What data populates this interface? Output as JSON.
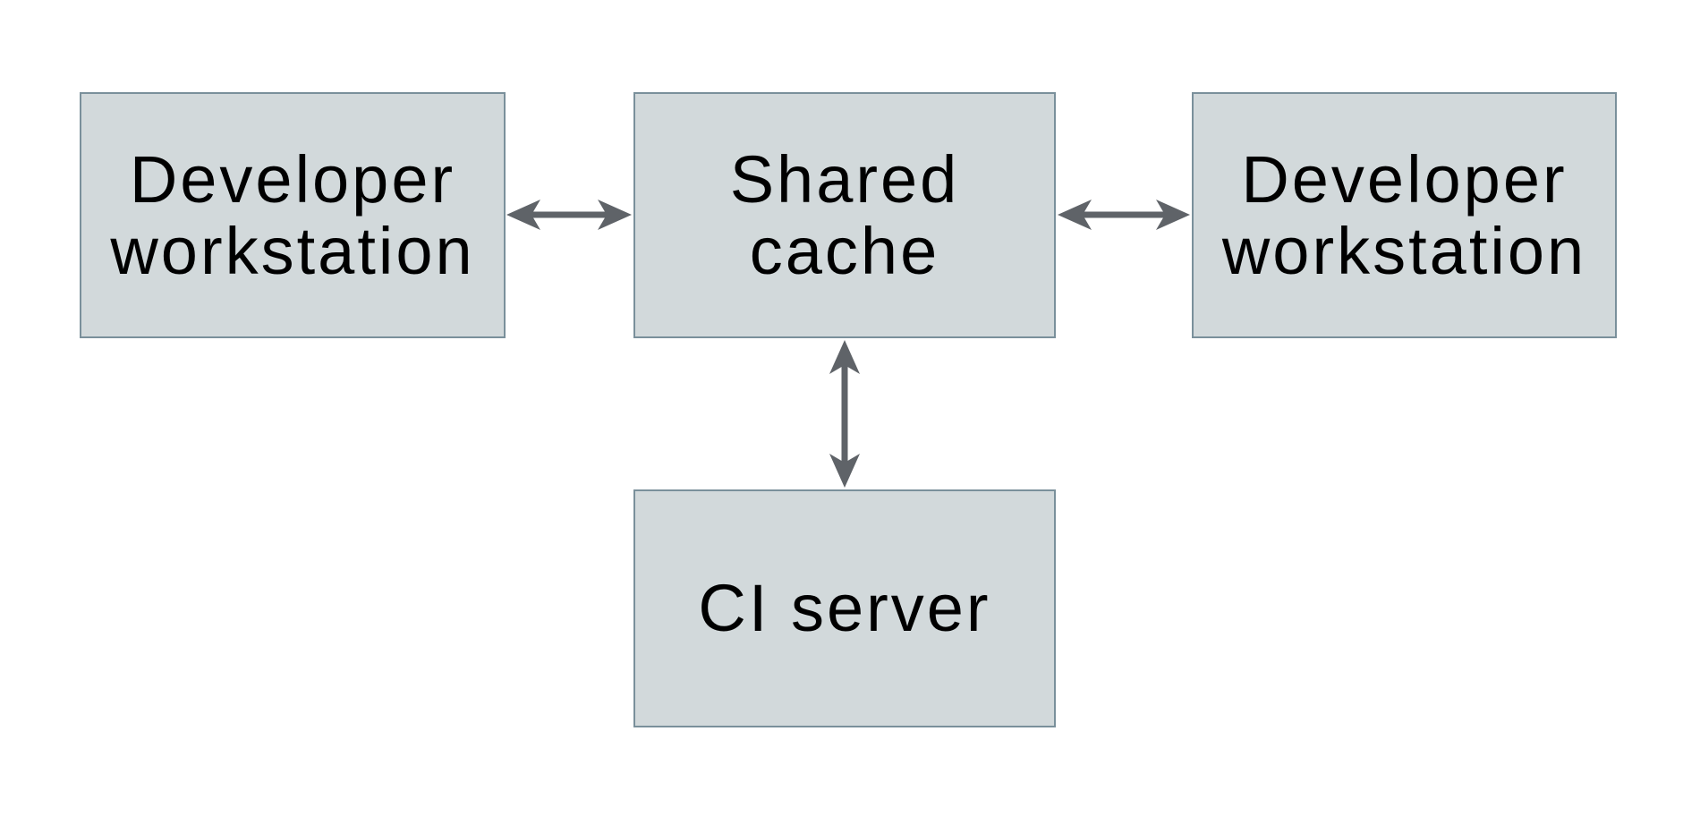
{
  "colors": {
    "page_bg": "#ffffff",
    "node_fill": "#d2d9db",
    "node_border": "#7a909b",
    "arrow_color": "#5f6368",
    "text_color": "#000000"
  },
  "diagram": {
    "nodes": [
      {
        "id": "developer-workstation-left",
        "label": "Developer\nworkstation"
      },
      {
        "id": "shared-cache",
        "label": "Shared\ncache"
      },
      {
        "id": "developer-workstation-right",
        "label": "Developer\nworkstation"
      },
      {
        "id": "ci-server",
        "label": "CI server"
      }
    ],
    "edges": [
      {
        "from": "developer-workstation-left",
        "to": "shared-cache",
        "type": "bidirectional"
      },
      {
        "from": "shared-cache",
        "to": "developer-workstation-right",
        "type": "bidirectional"
      },
      {
        "from": "shared-cache",
        "to": "ci-server",
        "type": "bidirectional"
      }
    ]
  }
}
